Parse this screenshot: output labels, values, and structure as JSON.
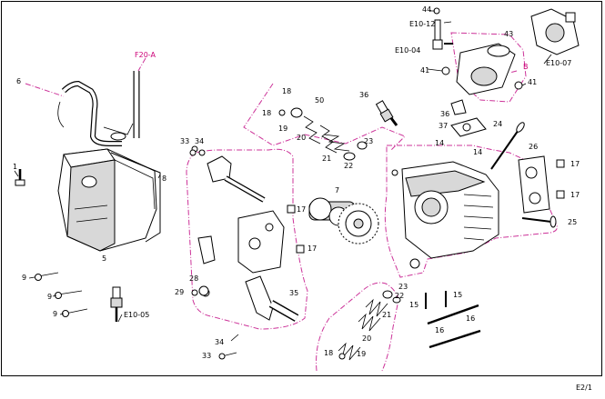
{
  "sheet": {
    "page_ref": "E2/1"
  },
  "references": {
    "f20a": "F20-A",
    "b": "B"
  },
  "callouts": {
    "c1": "1",
    "c5": "5",
    "c6": "6",
    "c7": "7",
    "c8": "8",
    "c9a": "9",
    "c9b": "9",
    "c9c": "9",
    "c14a": "14",
    "c14b": "14",
    "c15a": "15",
    "c15b": "15",
    "c16a": "16",
    "c16b": "16",
    "c17a": "17",
    "c17b": "17",
    "c17c": "17",
    "c17d": "17",
    "c18a": "18",
    "c18b": "18",
    "c18c": "18",
    "c19a": "19",
    "c19b": "19",
    "c20a": "20",
    "c20b": "20",
    "c21a": "21",
    "c21b": "21",
    "c22a": "22",
    "c22b": "22",
    "c23a": "23",
    "c23b": "23",
    "c24": "24",
    "c25": "25",
    "c26": "26",
    "c28": "28",
    "c29": "29",
    "c33a": "33",
    "c33b": "33",
    "c34a": "34",
    "c34b": "34",
    "c35": "35",
    "c36a": "36",
    "c36b": "36",
    "c37": "37",
    "c41a": "41",
    "c41b": "41",
    "c43": "43",
    "c44": "44",
    "c50": "50",
    "e10_04": "E10-04",
    "e10_05": "E10-05",
    "e10_07": "E10-07",
    "e10_12": "E10-12"
  }
}
